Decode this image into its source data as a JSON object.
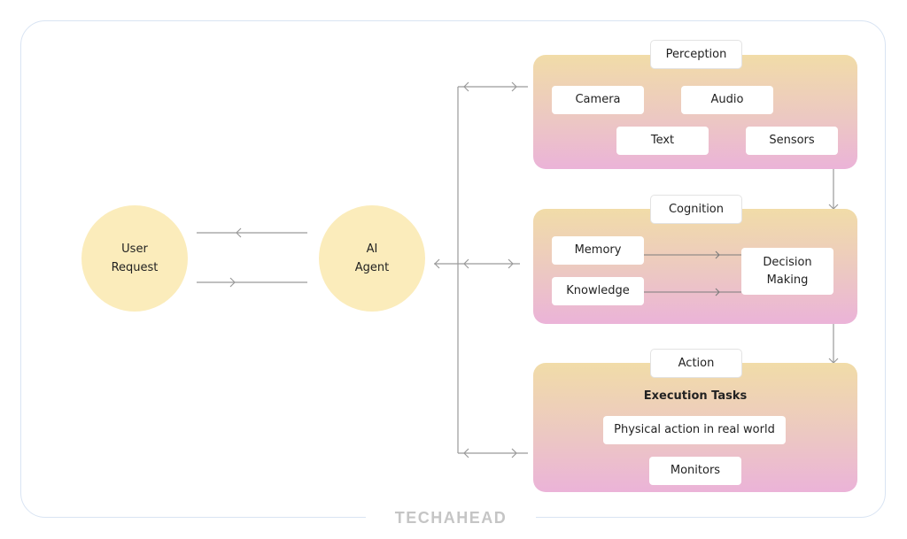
{
  "diagram": {
    "title": "AI Agent architecture",
    "nodes": {
      "user_request": "User\nRequest",
      "ai_agent": "AI\nAgent"
    },
    "perception": {
      "title": "Perception",
      "items": [
        "Camera",
        "Audio",
        "Text",
        "Sensors"
      ]
    },
    "cognition": {
      "title": "Cognition",
      "inputs": [
        "Memory",
        "Knowledge"
      ],
      "output": "Decision\nMaking"
    },
    "action": {
      "title": "Action",
      "heading": "Execution Tasks",
      "items": [
        "Physical action in real world",
        "Monitors"
      ]
    },
    "edges": [
      {
        "from": "ai_agent",
        "to": "user_request"
      },
      {
        "from": "user_request",
        "to": "ai_agent"
      },
      {
        "from": "ai_agent",
        "to": "perception",
        "bidirectional": true
      },
      {
        "from": "ai_agent",
        "to": "cognition",
        "bidirectional": true
      },
      {
        "from": "ai_agent",
        "to": "action",
        "bidirectional": true
      },
      {
        "from": "perception",
        "to": "cognition"
      },
      {
        "from": "cognition",
        "to": "action"
      },
      {
        "from": "memory",
        "to": "decision_making"
      },
      {
        "from": "knowledge",
        "to": "decision_making"
      }
    ],
    "colors": {
      "circle_fill": "#fbecbb",
      "panel_top": "#f1dca8",
      "panel_bottom": "#ebb3d8",
      "line": "#9a9a9a",
      "frame_border": "#d9e4f3"
    }
  },
  "footer": {
    "brand": "TECHAHEAD"
  }
}
